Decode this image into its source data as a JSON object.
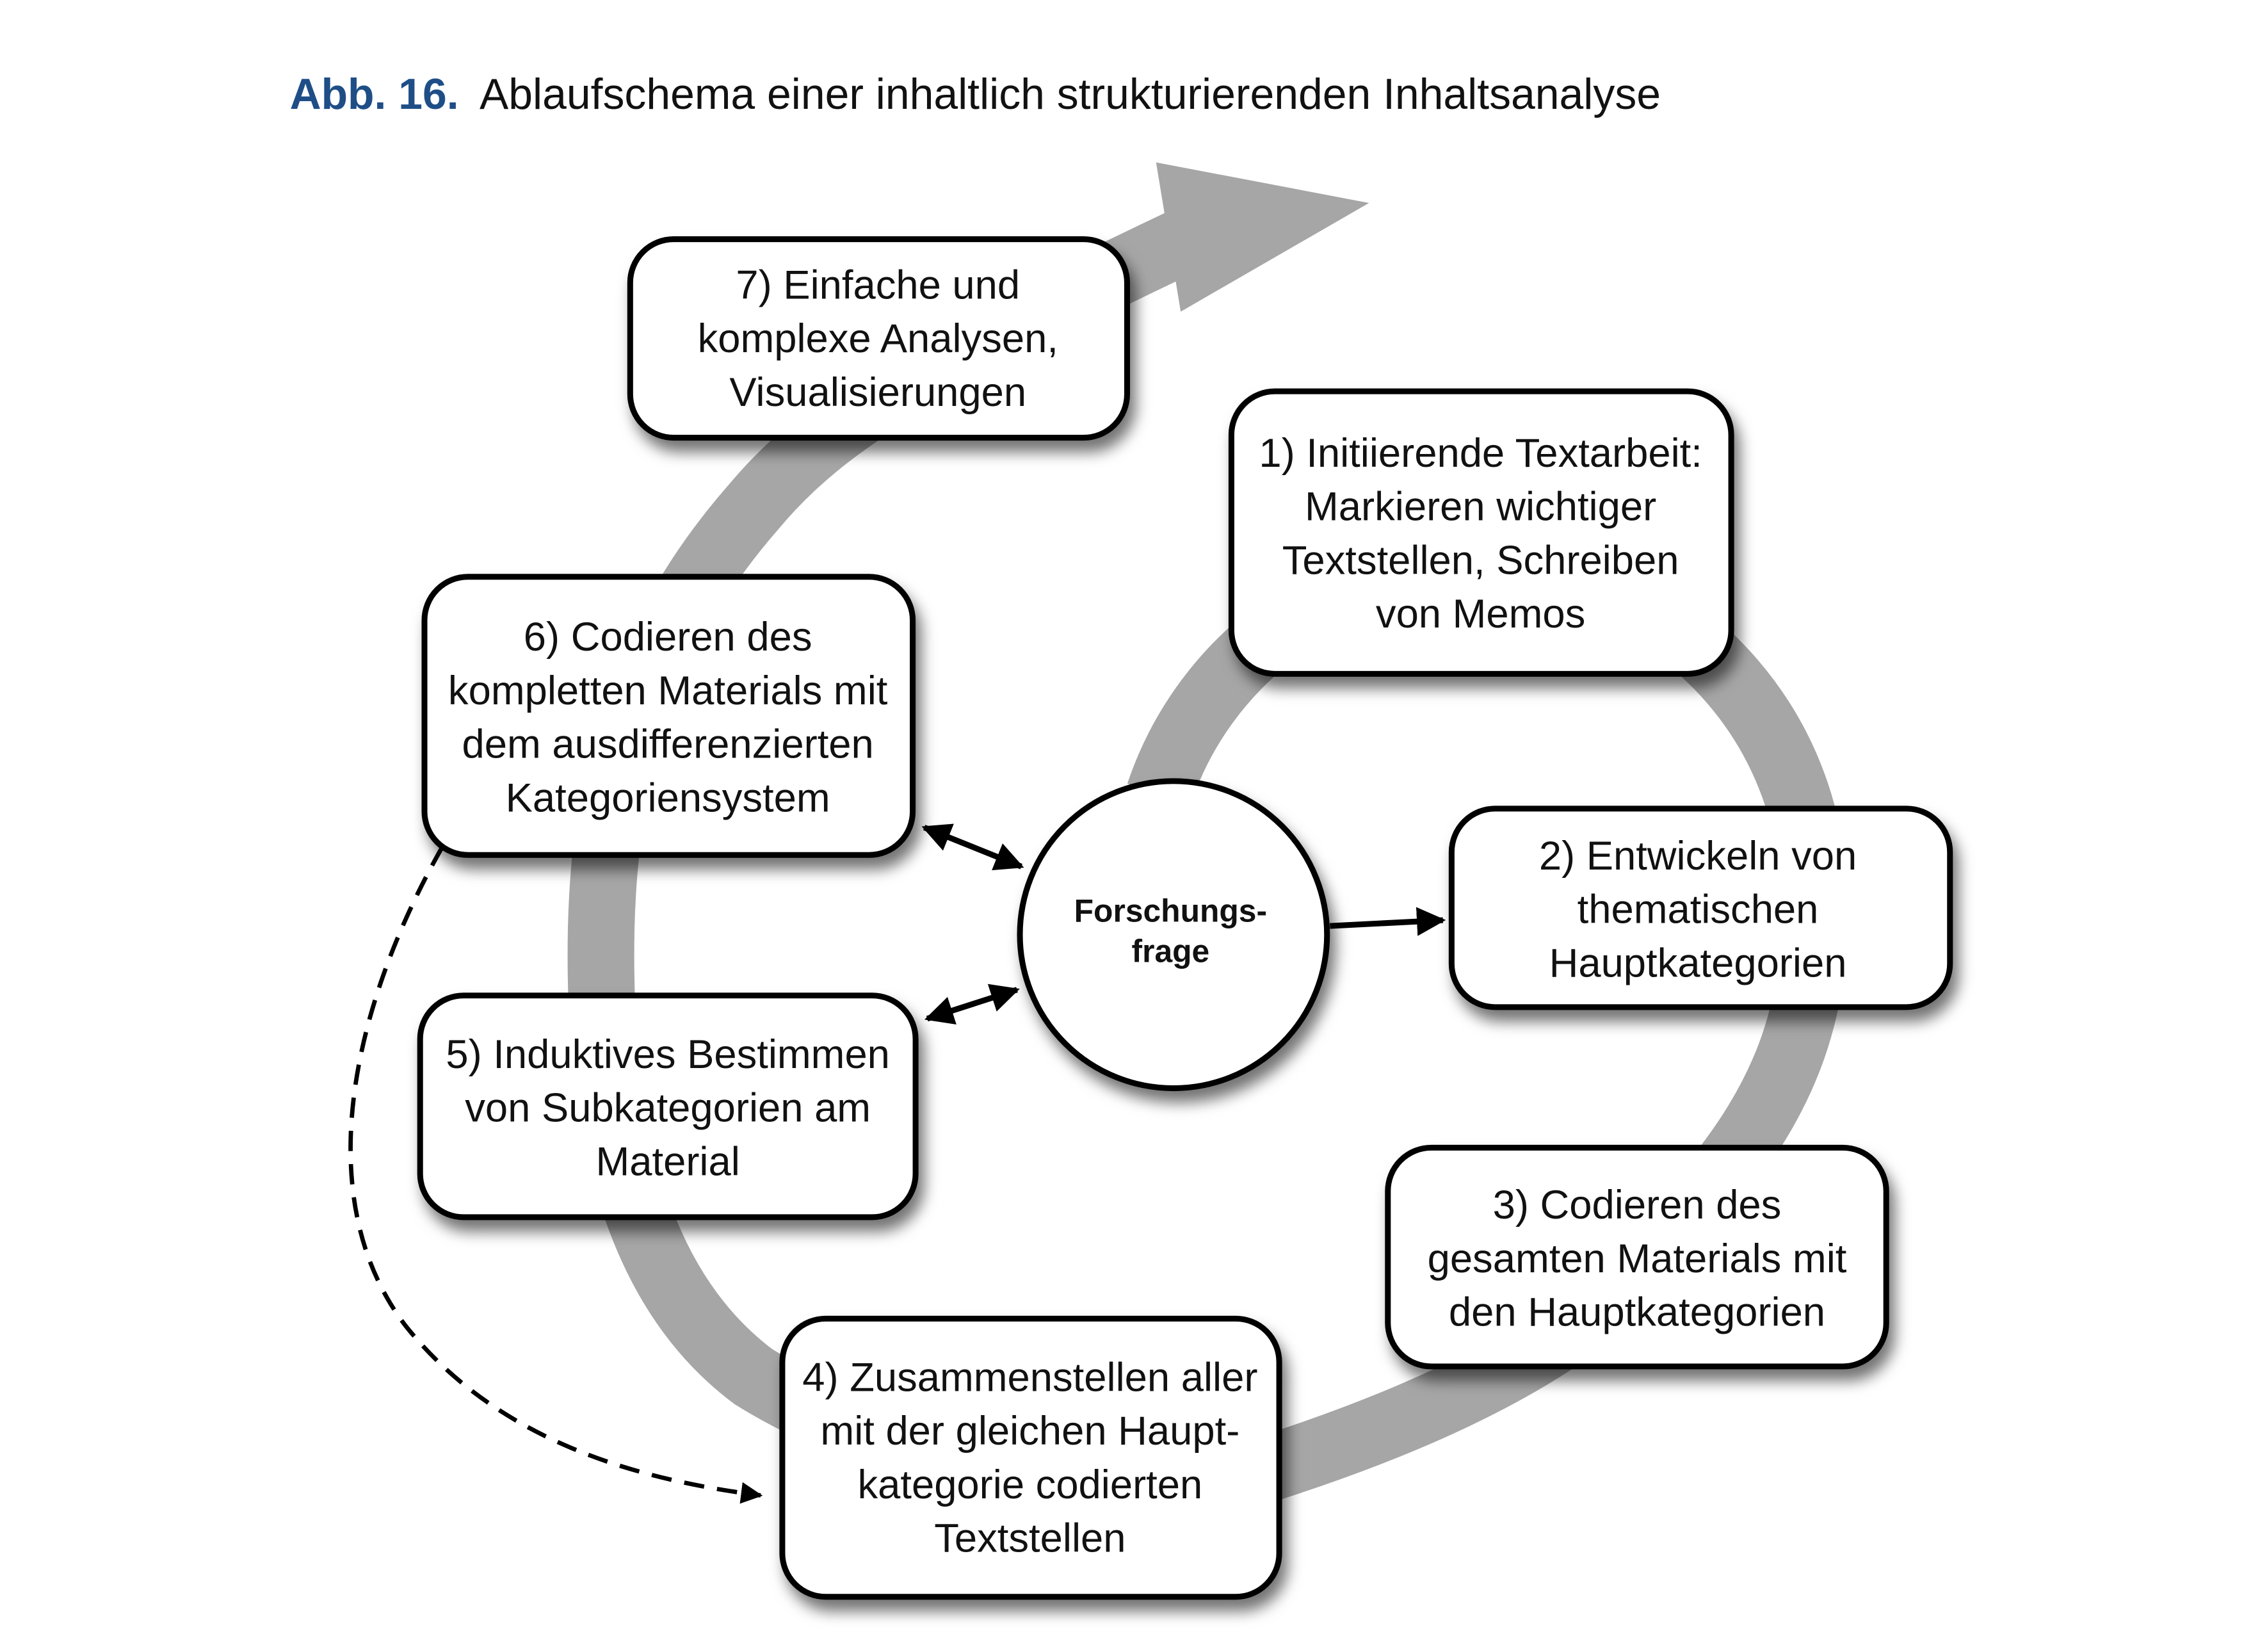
{
  "caption": {
    "number": "Abb. 16.",
    "title": "Ablaufschema einer inhaltlich strukturierenden Inhaltsanalyse"
  },
  "center": {
    "lines": [
      "Forschungs-",
      "frage"
    ]
  },
  "steps": [
    {
      "lines": [
        "1) Initiierende Textarbeit:",
        "Markieren wichtiger",
        "Textstellen, Schreiben",
        "von Memos"
      ]
    },
    {
      "lines": [
        "2) Entwickeln von",
        "thematischen",
        "Hauptkategorien"
      ]
    },
    {
      "lines": [
        "3) Codieren des",
        "gesamten Materials mit",
        "den Hauptkategorien"
      ]
    },
    {
      "lines": [
        "4) Zusammenstellen aller",
        "mit der gleichen Haupt-",
        "kategorie codierten",
        "Textstellen"
      ]
    },
    {
      "lines": [
        "5) Induktives Bestimmen",
        "von Subkategorien am",
        "Material"
      ]
    },
    {
      "lines": [
        "6) Codieren des",
        "kompletten Materials mit",
        "dem ausdifferenzierten",
        "Kategoriensystem"
      ]
    },
    {
      "lines": [
        "7) Einfache und",
        "komplexe Analysen,",
        "Visualisierungen"
      ]
    }
  ],
  "colors": {
    "caption_number": "#1f4e87",
    "ring": "#a6a6a6"
  }
}
